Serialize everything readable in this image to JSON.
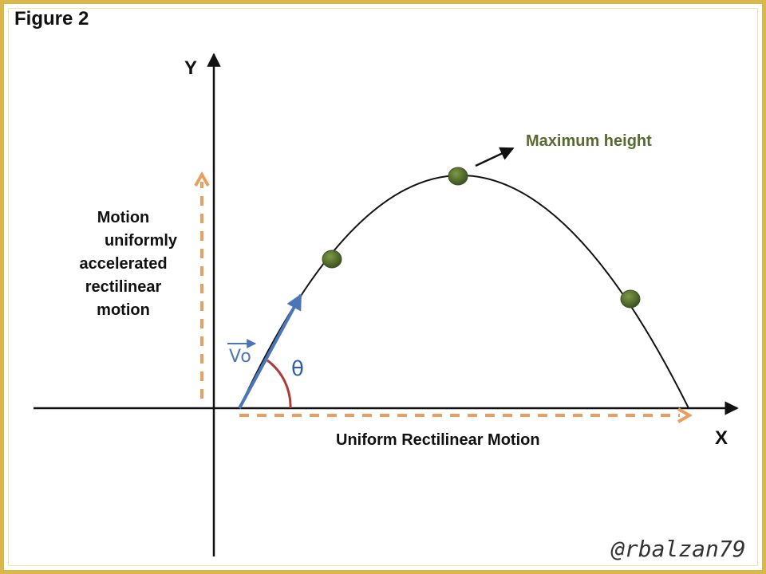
{
  "figure": {
    "title": "Figure 2"
  },
  "axes": {
    "y_label": "Y",
    "x_label": "X"
  },
  "labels": {
    "max_height": "Maximum height",
    "vertical_motion": [
      "Motion",
      "uniformly",
      "accelerated",
      "rectilinear",
      "motion"
    ],
    "horizontal_motion": "Uniform Rectilinear Motion",
    "initial_velocity": "Vo",
    "angle": "θ"
  },
  "watermark": "@rbalzan79",
  "colors": {
    "frame": "#d9b84a",
    "axis": "#111111",
    "trajectory": "#111111",
    "projectile": "#556b2f",
    "velocity_vector": "#4a76b8",
    "dashed_motion_arrows": "#e8a060",
    "angle_arc": "#b03a3a",
    "max_height_label": "#556b2f"
  }
}
